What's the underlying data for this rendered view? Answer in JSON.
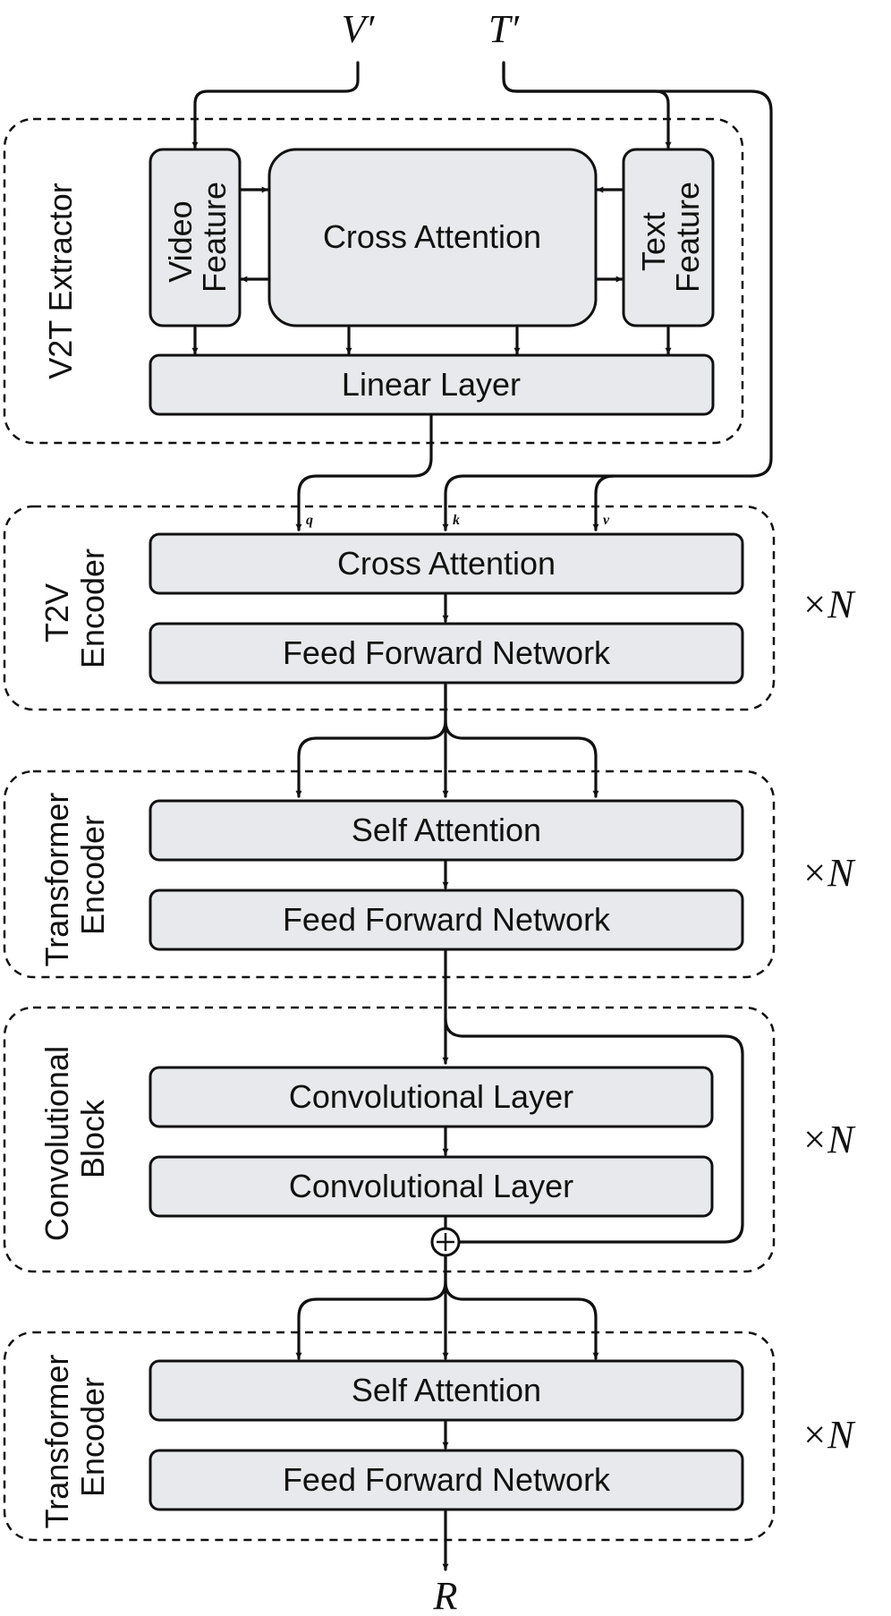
{
  "inputs": {
    "v": "V′",
    "t": "T′"
  },
  "output": "R",
  "v2t": {
    "group_label": "V2T Extractor",
    "video_feature": [
      "Video",
      "Feature"
    ],
    "text_feature": [
      "Text",
      "Feature"
    ],
    "cross_attention": "Cross Attention",
    "linear_layer": "Linear Layer"
  },
  "qkv": {
    "q": "q",
    "k": "k",
    "v": "v"
  },
  "t2v": {
    "group_label": [
      "T2V",
      "Encoder"
    ],
    "cross_attention": "Cross Attention",
    "ffn": "Feed Forward Network",
    "repeat": "×N"
  },
  "transformer1": {
    "group_label": [
      "Transformer",
      "Encoder"
    ],
    "self_attention": "Self Attention",
    "ffn": "Feed Forward Network",
    "repeat": "×N"
  },
  "conv": {
    "group_label": [
      "Convolutional",
      "Block"
    ],
    "layer1": "Convolutional Layer",
    "layer2": "Convolutional Layer",
    "repeat": "×N"
  },
  "transformer2": {
    "group_label": [
      "Transformer",
      "Encoder"
    ],
    "self_attention": "Self Attention",
    "ffn": "Feed Forward Network",
    "repeat": "×N"
  }
}
